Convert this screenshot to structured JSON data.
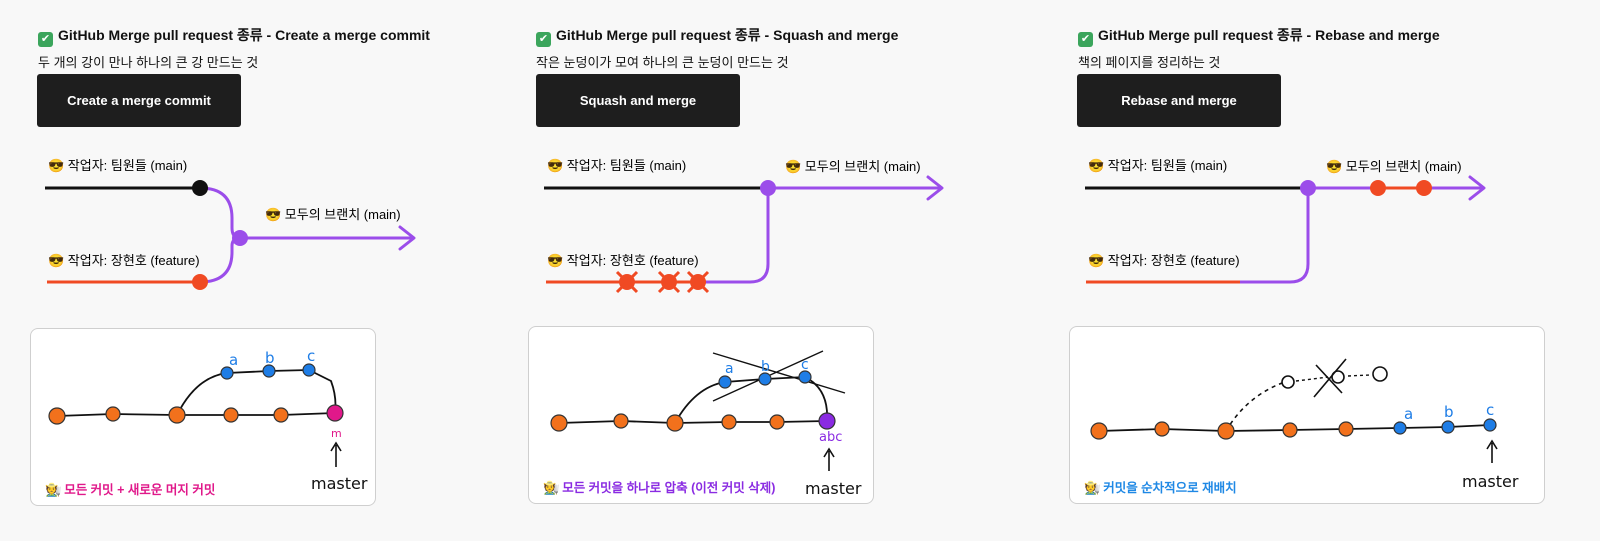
{
  "panels": [
    {
      "title": "GitHub Merge pull request 종류 - Create a merge commit",
      "subtitle": "두 개의 강이 만나 하나의 큰 강 만드는 것",
      "button_label": "Create a merge commit",
      "branch_main_label": "😎 작업자: 팀원들 (main)",
      "branch_feature_label": "😎 작업자: 장현호 (feature)",
      "result_branch_label": "😎 모두의 브랜치 (main)",
      "sketch": {
        "commit_labels": [
          "a",
          "b",
          "c"
        ],
        "merge_label": "m",
        "pointer_label": "master"
      },
      "caption": "모든 커밋 + 새로운 머지 커밋",
      "caption_color": "#e0188a"
    },
    {
      "title": "GitHub Merge pull request 종류 - Squash and merge",
      "subtitle": "작은 눈덩이가 모여 하나의 큰 눈덩이 만드는 것",
      "button_label": "Squash and merge",
      "branch_main_label": "😎 작업자: 팀원들 (main)",
      "branch_feature_label": "😎 작업자: 장현호 (feature)",
      "result_branch_label": "😎 모두의 브랜치 (main)",
      "sketch": {
        "commit_labels": [
          "a",
          "b",
          "c"
        ],
        "merge_label": "abc",
        "pointer_label": "master"
      },
      "caption": "모든 커밋을 하나로 압축 (이전 커밋 삭제)",
      "caption_color": "#8a2be2"
    },
    {
      "title": "GitHub Merge pull request 종류 - Rebase and merge",
      "subtitle": "책의 페이지를 정리하는 것",
      "button_label": "Rebase and merge",
      "branch_main_label": "😎 작업자: 팀원들 (main)",
      "branch_feature_label": "😎 작업자: 장현호 (feature)",
      "result_branch_label": "😎 모두의 브랜치 (main)",
      "sketch": {
        "commit_labels": [
          "a",
          "b",
          "c"
        ],
        "pointer_label": "master"
      },
      "caption": "커밋을 순차적으로 재배치",
      "caption_color": "#1e88e5"
    }
  ],
  "icons": {
    "title_icon": "check-mark-icon",
    "caption_icon": "person-icon"
  },
  "colors": {
    "main_line": "#111111",
    "feature_line": "#f04a23",
    "merged_line": "#9b4dea",
    "orange_commit": "#f2711c",
    "blue_commit": "#1e7de6"
  }
}
